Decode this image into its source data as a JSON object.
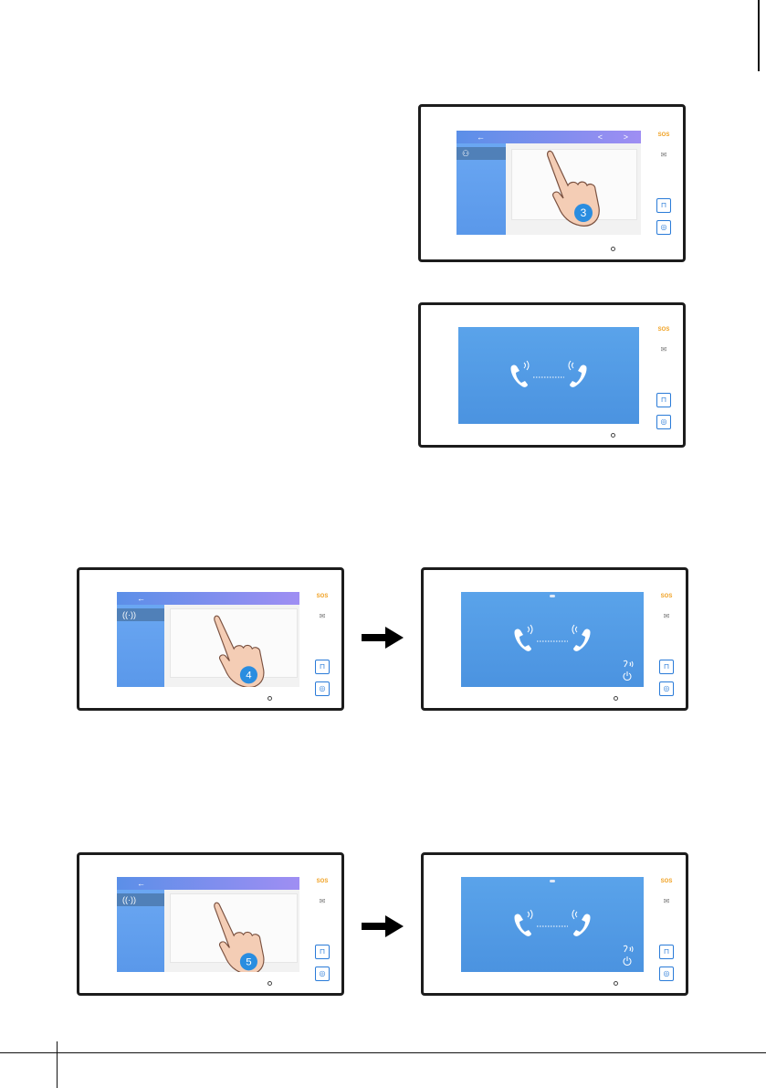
{
  "ui": {
    "back_glyph": "←",
    "prev_glyph": "<",
    "next_glyph": ">",
    "sos_label": "SOS",
    "message_glyph": "✉",
    "unlock_glyph": "⊓",
    "monitor_glyph": "◎",
    "user_glyph": "⚇",
    "intercom_glyph": "((·))"
  },
  "icons": [
    "back-arrow-icon",
    "user-icon",
    "intercom-icon",
    "sos-icon",
    "message-icon",
    "unlock-icon",
    "monitor-icon",
    "phone-handset-icon",
    "pointing-hand-icon",
    "talk-icon",
    "hangup-icon"
  ],
  "steps": [
    "3",
    "4",
    "5"
  ],
  "colors": {
    "topbar_start": "#5b8fe8",
    "topbar_end": "#9f8ef3",
    "call_screen": "#4b93e0",
    "sos": "#f0a020",
    "badge": "#2a8de0"
  }
}
